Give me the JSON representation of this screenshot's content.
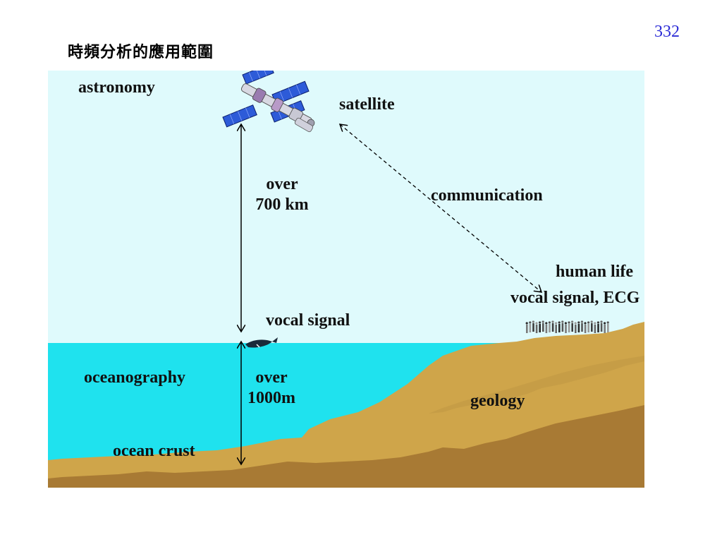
{
  "page_number": "332",
  "title": "時頻分析的應用範圍",
  "labels": {
    "astronomy": "astronomy",
    "satellite": "satellite",
    "distance_sky_line1": "over",
    "distance_sky_line2": "700 km",
    "communication": "communication",
    "human_life": "human life",
    "vocal_ecg": "vocal signal, ECG",
    "vocal_signal": "vocal signal",
    "oceanography": "oceanography",
    "distance_sea_line1": "over",
    "distance_sea_line2": "1000m",
    "geology": "geology",
    "ocean_crust": "ocean crust"
  },
  "colors": {
    "sky": "#dffafc",
    "ocean": "#1fe2ee",
    "land": "#cfa54a",
    "land_dark": "#a87a34",
    "title_number": "#2b2bd6"
  }
}
